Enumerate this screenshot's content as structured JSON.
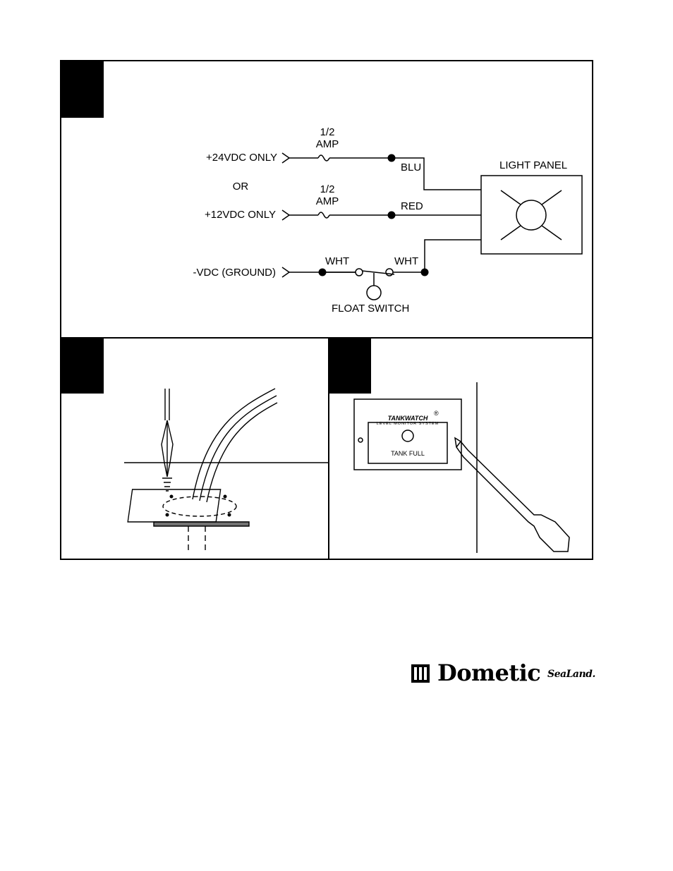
{
  "wiring": {
    "supply_24v": "+24VDC ONLY",
    "or_label": "OR",
    "supply_12v": "+12VDC ONLY",
    "ground": "-VDC (GROUND)",
    "fuse_top_1": "1/2",
    "fuse_top_2": "AMP",
    "fuse_mid_1": "1/2",
    "fuse_mid_2": "AMP",
    "wire_blu": "BLU",
    "wire_red": "RED",
    "wire_wht_left": "WHT",
    "wire_wht_right": "WHT",
    "light_panel": "LIGHT PANEL",
    "float_switch": "FLOAT SWITCH"
  },
  "monitor_panel": {
    "brand_text": "TANKWATCH",
    "reg_mark": "®",
    "subtitle": "LEVEL   MONITOR   SYSTEM",
    "indicator": "TANK FULL"
  },
  "footer": {
    "brand": "Dometic",
    "subbrand": "SeaLand."
  },
  "colors": {
    "ink": "#000000",
    "paper": "#ffffff"
  }
}
